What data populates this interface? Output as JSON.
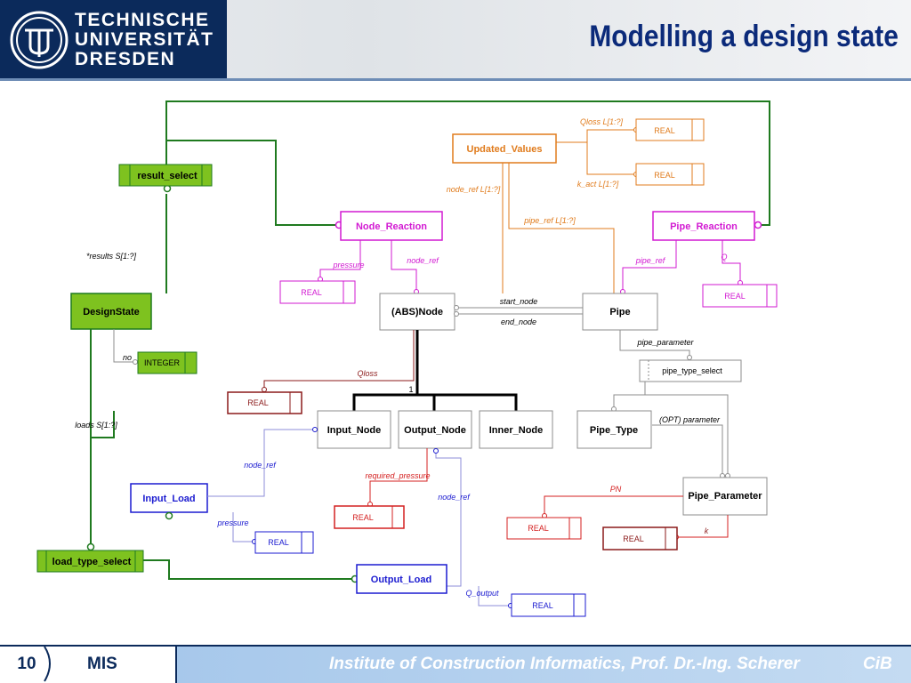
{
  "header": {
    "logo_lines": [
      "TECHNISCHE",
      "UNIVERSITÄT",
      "DRESDEN"
    ],
    "title": "Modelling a design state"
  },
  "footer": {
    "page_number": "10",
    "course": "MIS",
    "institute": "Institute of Construction Informatics, Prof. Dr.-Ing. Scherer",
    "logo_text": "CiB"
  },
  "diagram": {
    "entities": {
      "result_select": "result_select",
      "design_state": "DesignState",
      "integer": "INTEGER",
      "load_type_select": "load_type_select",
      "updated_values": "Updated_Values",
      "node_reaction": "Node_Reaction",
      "pipe_reaction": "Pipe_Reaction",
      "abs_node": "(ABS)Node",
      "pipe": "Pipe",
      "pipe_type_select": "pipe_type_select",
      "input_node": "Input_Node",
      "output_node": "Output_Node",
      "inner_node": "Inner_Node",
      "pipe_type": "Pipe_Type",
      "pipe_parameter": "Pipe_Parameter",
      "input_load": "Input_Load",
      "output_load": "Output_Load",
      "real": "REAL"
    },
    "labels": {
      "qloss_upd": "Qloss L[1:?]",
      "k_act": "k_act L[1:?]",
      "node_ref_list": "node_ref L[1:?]",
      "pipe_ref_list": "pipe_ref L[1:?]",
      "results": "*results S[1:?]",
      "pressure": "pressure",
      "node_ref": "node_ref",
      "pipe_ref": "pipe_ref",
      "q": "Q",
      "start_node": "start_node",
      "end_node": "end_node",
      "pipe_parameter": "pipe_parameter",
      "no": "no",
      "qloss": "Qloss",
      "one": "1",
      "loads": "loads S[1:?]",
      "opt_parameter": "(OPT) parameter",
      "required_pressure": "required_pressure",
      "pn": "PN",
      "k": "k",
      "q_output": "Q_output"
    },
    "colors": {
      "green": "#1f7a1f",
      "green_fill": "#7ec21f",
      "orange": "#e07b1c",
      "magenta": "#d21ad2",
      "gray": "#8c8c8c",
      "black": "#000000",
      "dark_red": "#8b1a1a",
      "red": "#d42020",
      "blue": "#1b1bd0",
      "navy": "#0b2a5b"
    }
  }
}
